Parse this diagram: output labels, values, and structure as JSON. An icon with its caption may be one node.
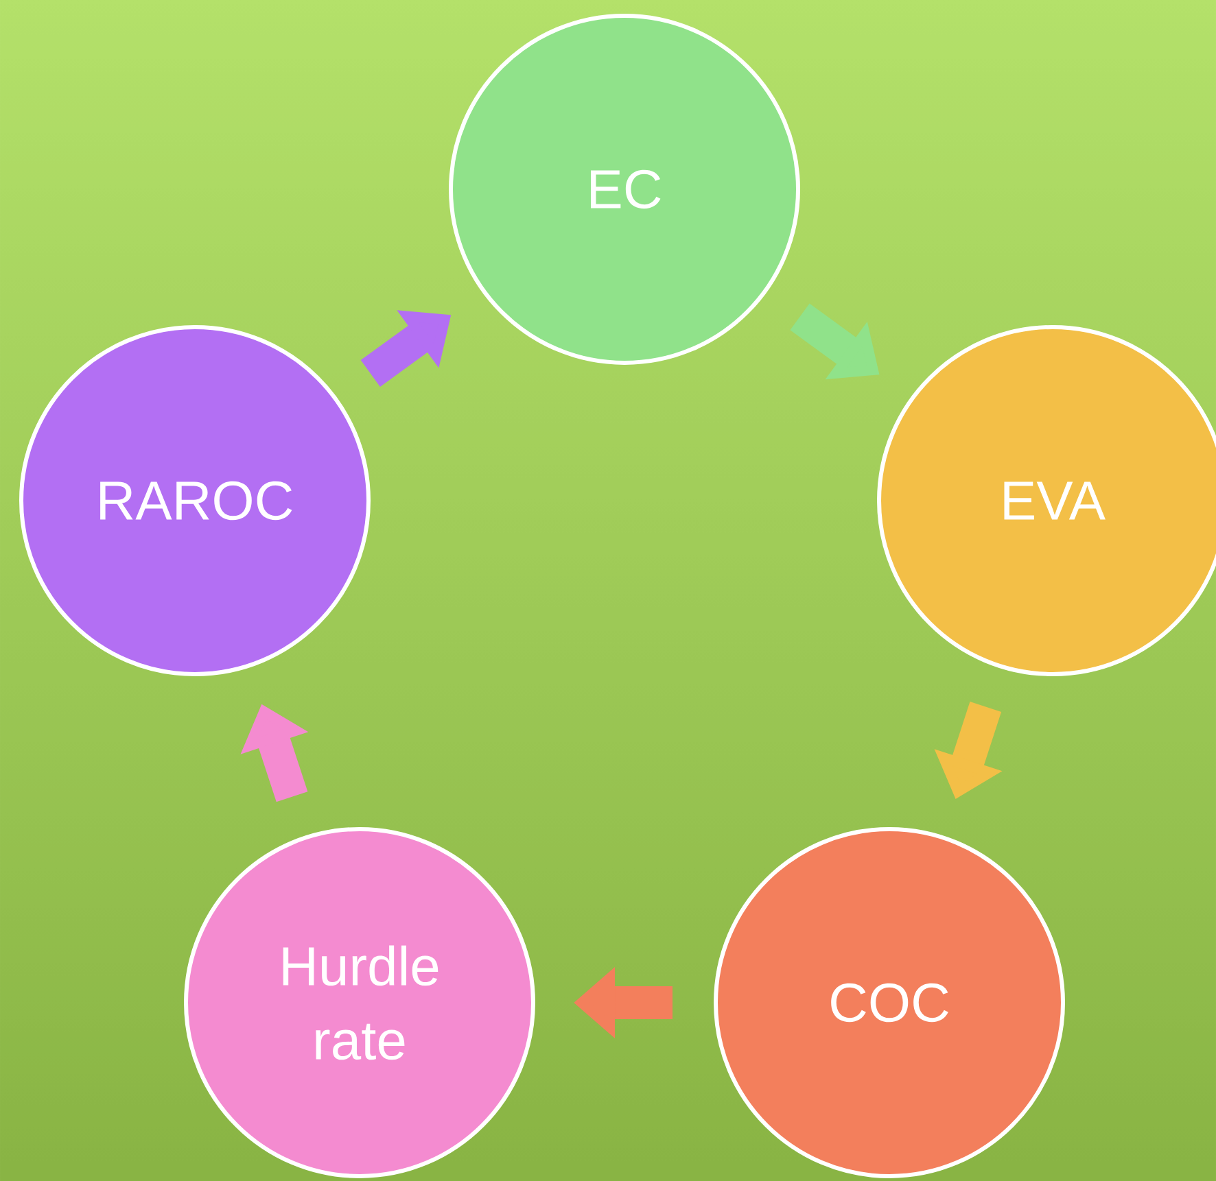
{
  "diagram": {
    "nodes": [
      {
        "text": [
          "EC"
        ]
      },
      {
        "text": [
          "EVA"
        ]
      },
      {
        "text": [
          "COC"
        ]
      },
      {
        "text": [
          "Hurdle rate"
        ]
      },
      {
        "text": [
          "RAROC"
        ]
      }
    ],
    "edges": [
      {
        "from": 0,
        "to": 1,
        "arrow": "to",
        "color": "#90e28a"
      },
      {
        "from": 1,
        "to": 2,
        "arrow": "to",
        "color": "#f3bf47"
      },
      {
        "from": 2,
        "to": 3,
        "arrow": "to",
        "color": "#f37f5c"
      },
      {
        "from": 3,
        "to": 4,
        "arrow": "to",
        "color": "#f48bd0"
      },
      {
        "from": 4,
        "to": 0,
        "arrow": "to",
        "color": "#b36ff3"
      }
    ]
  }
}
